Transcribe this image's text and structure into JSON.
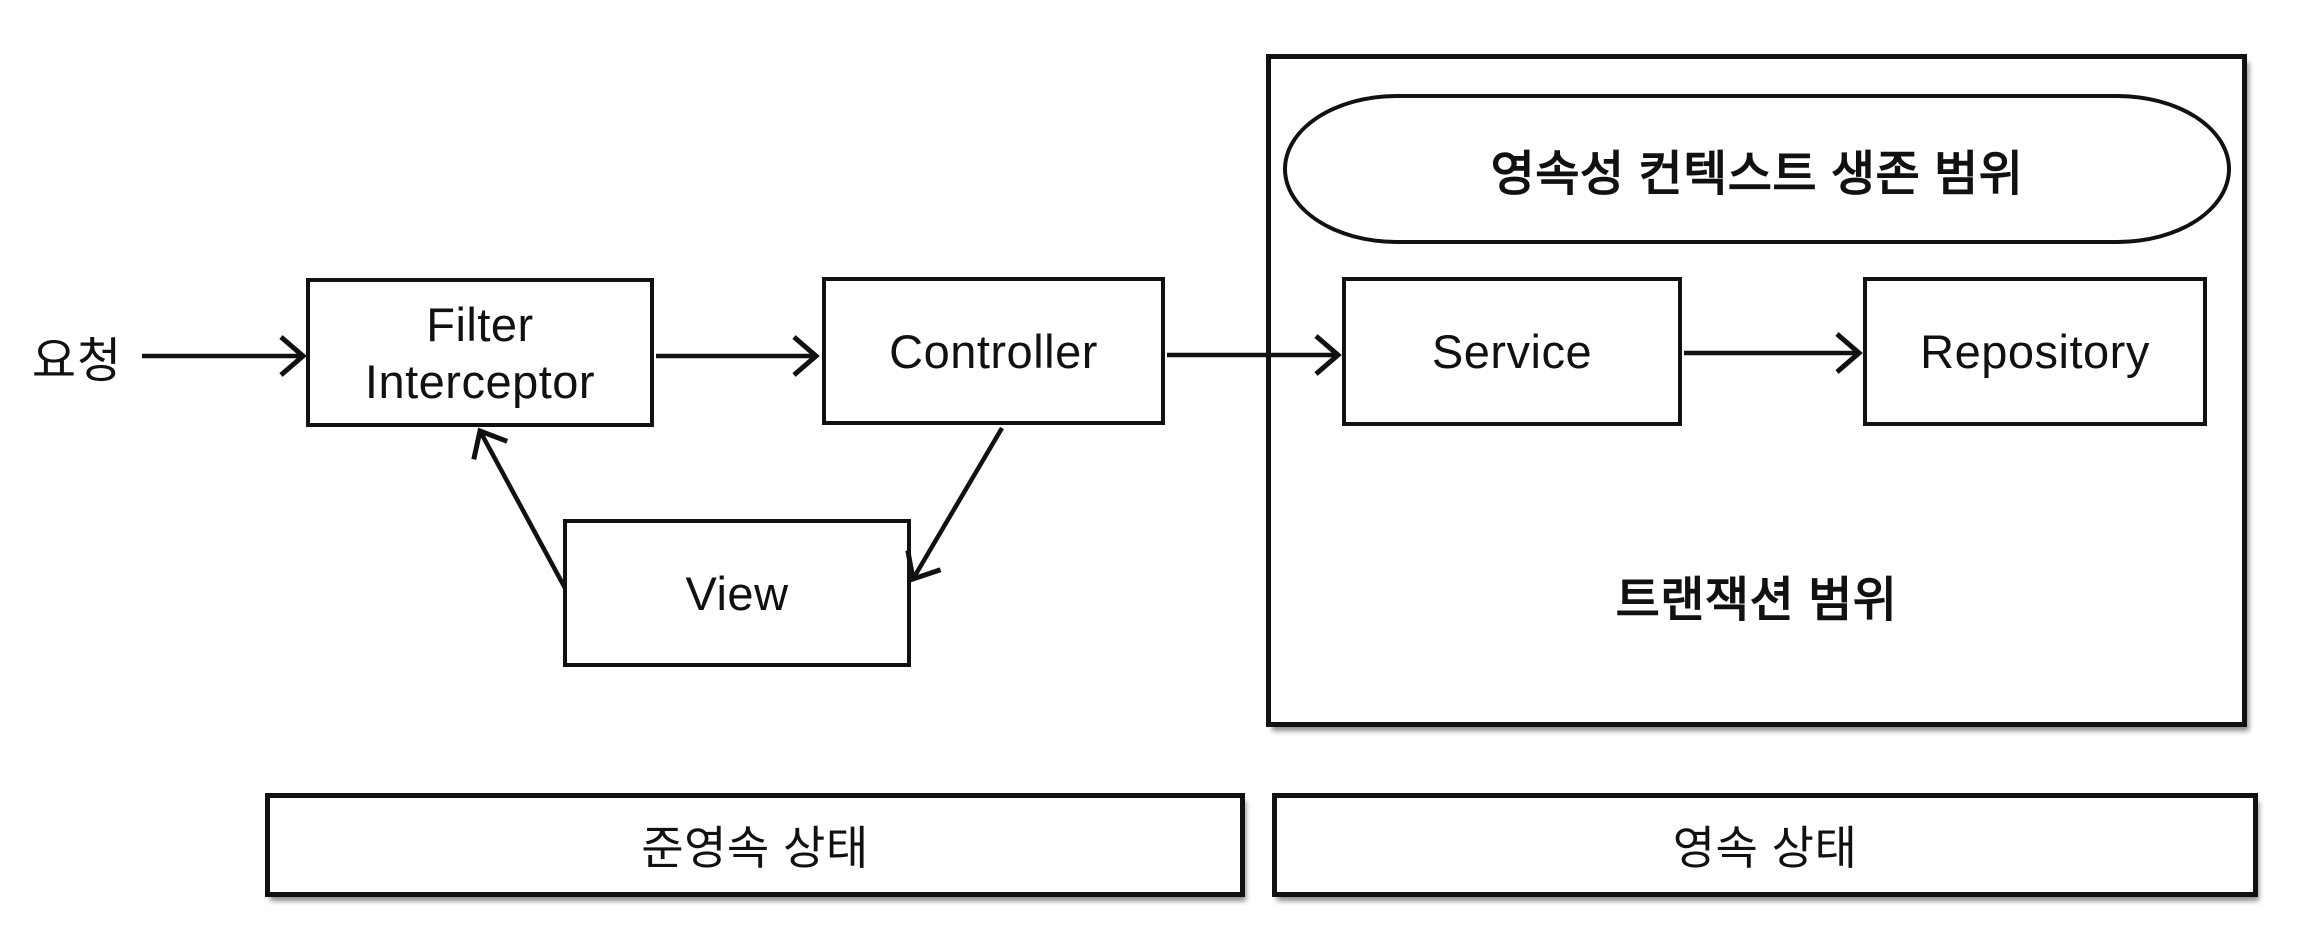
{
  "diagram": {
    "request_label": "요청",
    "nodes": {
      "filter_interceptor": "Filter\nInterceptor",
      "controller": "Controller",
      "service": "Service",
      "repository": "Repository",
      "view": "View"
    },
    "scopes": {
      "persistence_context": "영속성 컨텍스트 생존 범위",
      "transaction": "트랜잭션 범위"
    },
    "states": {
      "detached": "준영속 상태",
      "persistent": "영속 상태"
    },
    "colors": {
      "stroke": "#111111",
      "background": "#ffffff"
    }
  }
}
